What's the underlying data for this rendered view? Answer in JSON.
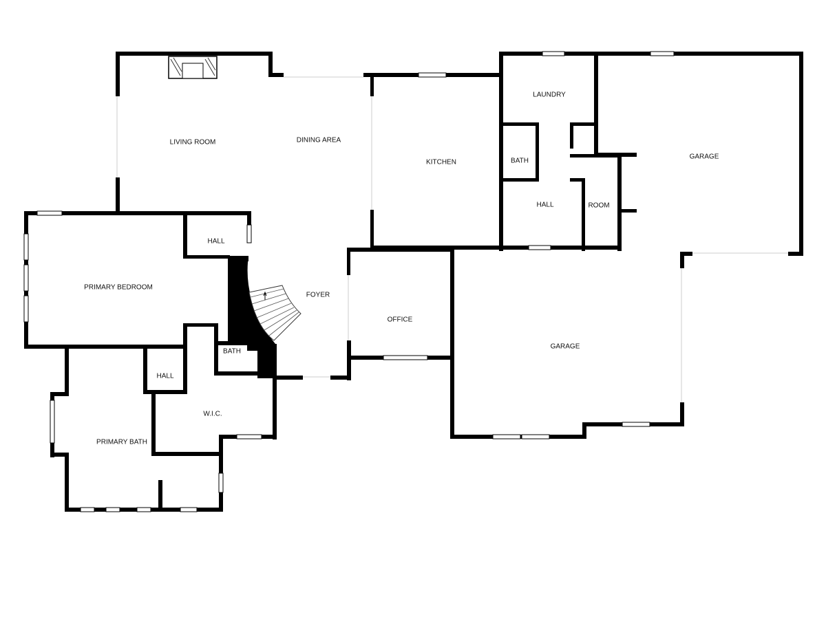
{
  "floorplan": {
    "rooms": {
      "living_room": "LIVING ROOM",
      "dining_area": "DINING AREA",
      "kitchen": "KITCHEN",
      "laundry": "LAUNDRY",
      "bath_upper": "BATH",
      "hall_center": "HALL",
      "room": "ROOM",
      "garage_upper": "GARAGE",
      "primary_bedroom": "PRIMARY BEDROOM",
      "hall_bedroom": "HALL",
      "foyer": "FOYER",
      "office": "OFFICE",
      "garage_lower": "GARAGE",
      "bath_lower": "BATH",
      "hall_lower": "HALL",
      "wic": "W.I.C.",
      "primary_bath": "PRIMARY BATH"
    }
  }
}
